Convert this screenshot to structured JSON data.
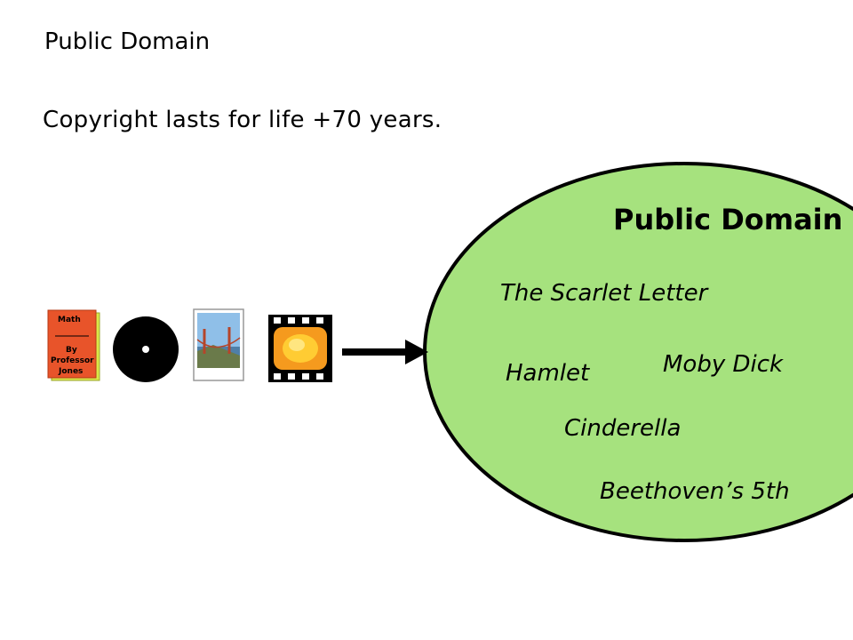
{
  "slide": {
    "title": "Public Domain",
    "subtitle": "Copyright lasts for life +70 years."
  },
  "media_icons": {
    "book": {
      "title": "Math",
      "by": "By",
      "author_line1": "Professor",
      "author_line2": "Jones"
    },
    "icons": [
      "book-icon",
      "vinyl-record-icon",
      "photograph-icon",
      "film-strip-icon"
    ]
  },
  "public_domain": {
    "heading": "Public Domain",
    "fill_color": "#a6e27e",
    "works": [
      "The Scarlet Letter",
      "Moby Dick",
      "Hamlet",
      "Cinderella",
      "Beethoven’s 5th"
    ]
  }
}
